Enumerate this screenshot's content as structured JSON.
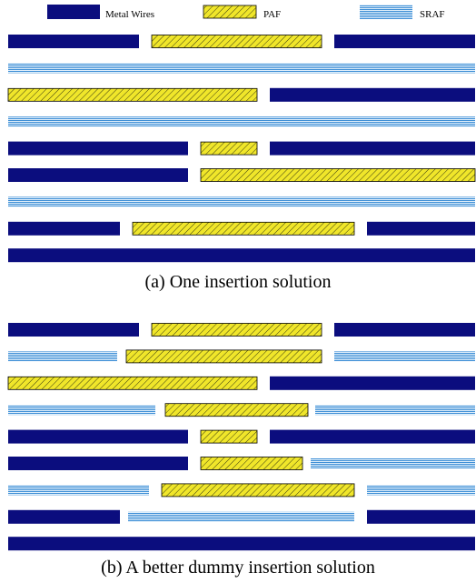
{
  "legend": {
    "metal": "Metal Wires",
    "paf": "PAF",
    "sraf": "SRAF"
  },
  "colors": {
    "metal": "#0b0d7e",
    "paf_fill": "#f0e62a",
    "paf_hatch": "#3a3a10",
    "sraf_stripe": "#3f8fd6",
    "sraf_bg": "#dfeefa",
    "outline": "#000000"
  },
  "panels": [
    {
      "caption": "(a) One insertion solution",
      "rows": [
        [
          [
            "metal",
            0,
            144
          ],
          [
            "paf",
            158,
            345
          ],
          [
            "metal",
            359,
            514
          ]
        ],
        [
          [
            "sraf",
            0,
            514
          ]
        ],
        [
          [
            "paf",
            0,
            274
          ],
          [
            "metal",
            288,
            514
          ]
        ],
        [
          [
            "sraf",
            0,
            514
          ]
        ],
        [
          [
            "metal",
            0,
            198
          ],
          [
            "paf",
            212,
            274
          ],
          [
            "metal",
            288,
            514
          ]
        ],
        [
          [
            "metal",
            0,
            198
          ],
          [
            "paf",
            212,
            514
          ]
        ],
        [
          [
            "sraf",
            0,
            514
          ]
        ],
        [
          [
            "metal",
            0,
            123
          ],
          [
            "paf",
            137,
            381
          ],
          [
            "metal",
            395,
            514
          ]
        ],
        [
          [
            "metal",
            0,
            514
          ]
        ]
      ]
    },
    {
      "caption": "(b) A better dummy insertion solution",
      "rows": [
        [
          [
            "metal",
            0,
            144
          ],
          [
            "paf",
            158,
            345
          ],
          [
            "metal",
            359,
            514
          ]
        ],
        [
          [
            "sraf",
            0,
            120
          ],
          [
            "paf",
            130,
            345
          ],
          [
            "sraf",
            359,
            514
          ]
        ],
        [
          [
            "paf",
            0,
            274
          ],
          [
            "metal",
            288,
            514
          ]
        ],
        [
          [
            "sraf",
            0,
            162
          ],
          [
            "paf",
            173,
            330
          ],
          [
            "sraf",
            338,
            514
          ]
        ],
        [
          [
            "metal",
            0,
            198
          ],
          [
            "paf",
            212,
            274
          ],
          [
            "metal",
            288,
            514
          ]
        ],
        [
          [
            "metal",
            0,
            198
          ],
          [
            "paf",
            212,
            324
          ],
          [
            "sraf",
            333,
            514
          ]
        ],
        [
          [
            "sraf",
            0,
            155
          ],
          [
            "paf",
            169,
            381
          ],
          [
            "sraf",
            395,
            514
          ]
        ],
        [
          [
            "metal",
            0,
            123
          ],
          [
            "sraf",
            132,
            381
          ],
          [
            "metal",
            395,
            514
          ]
        ],
        [
          [
            "metal",
            0,
            514
          ]
        ]
      ]
    }
  ]
}
